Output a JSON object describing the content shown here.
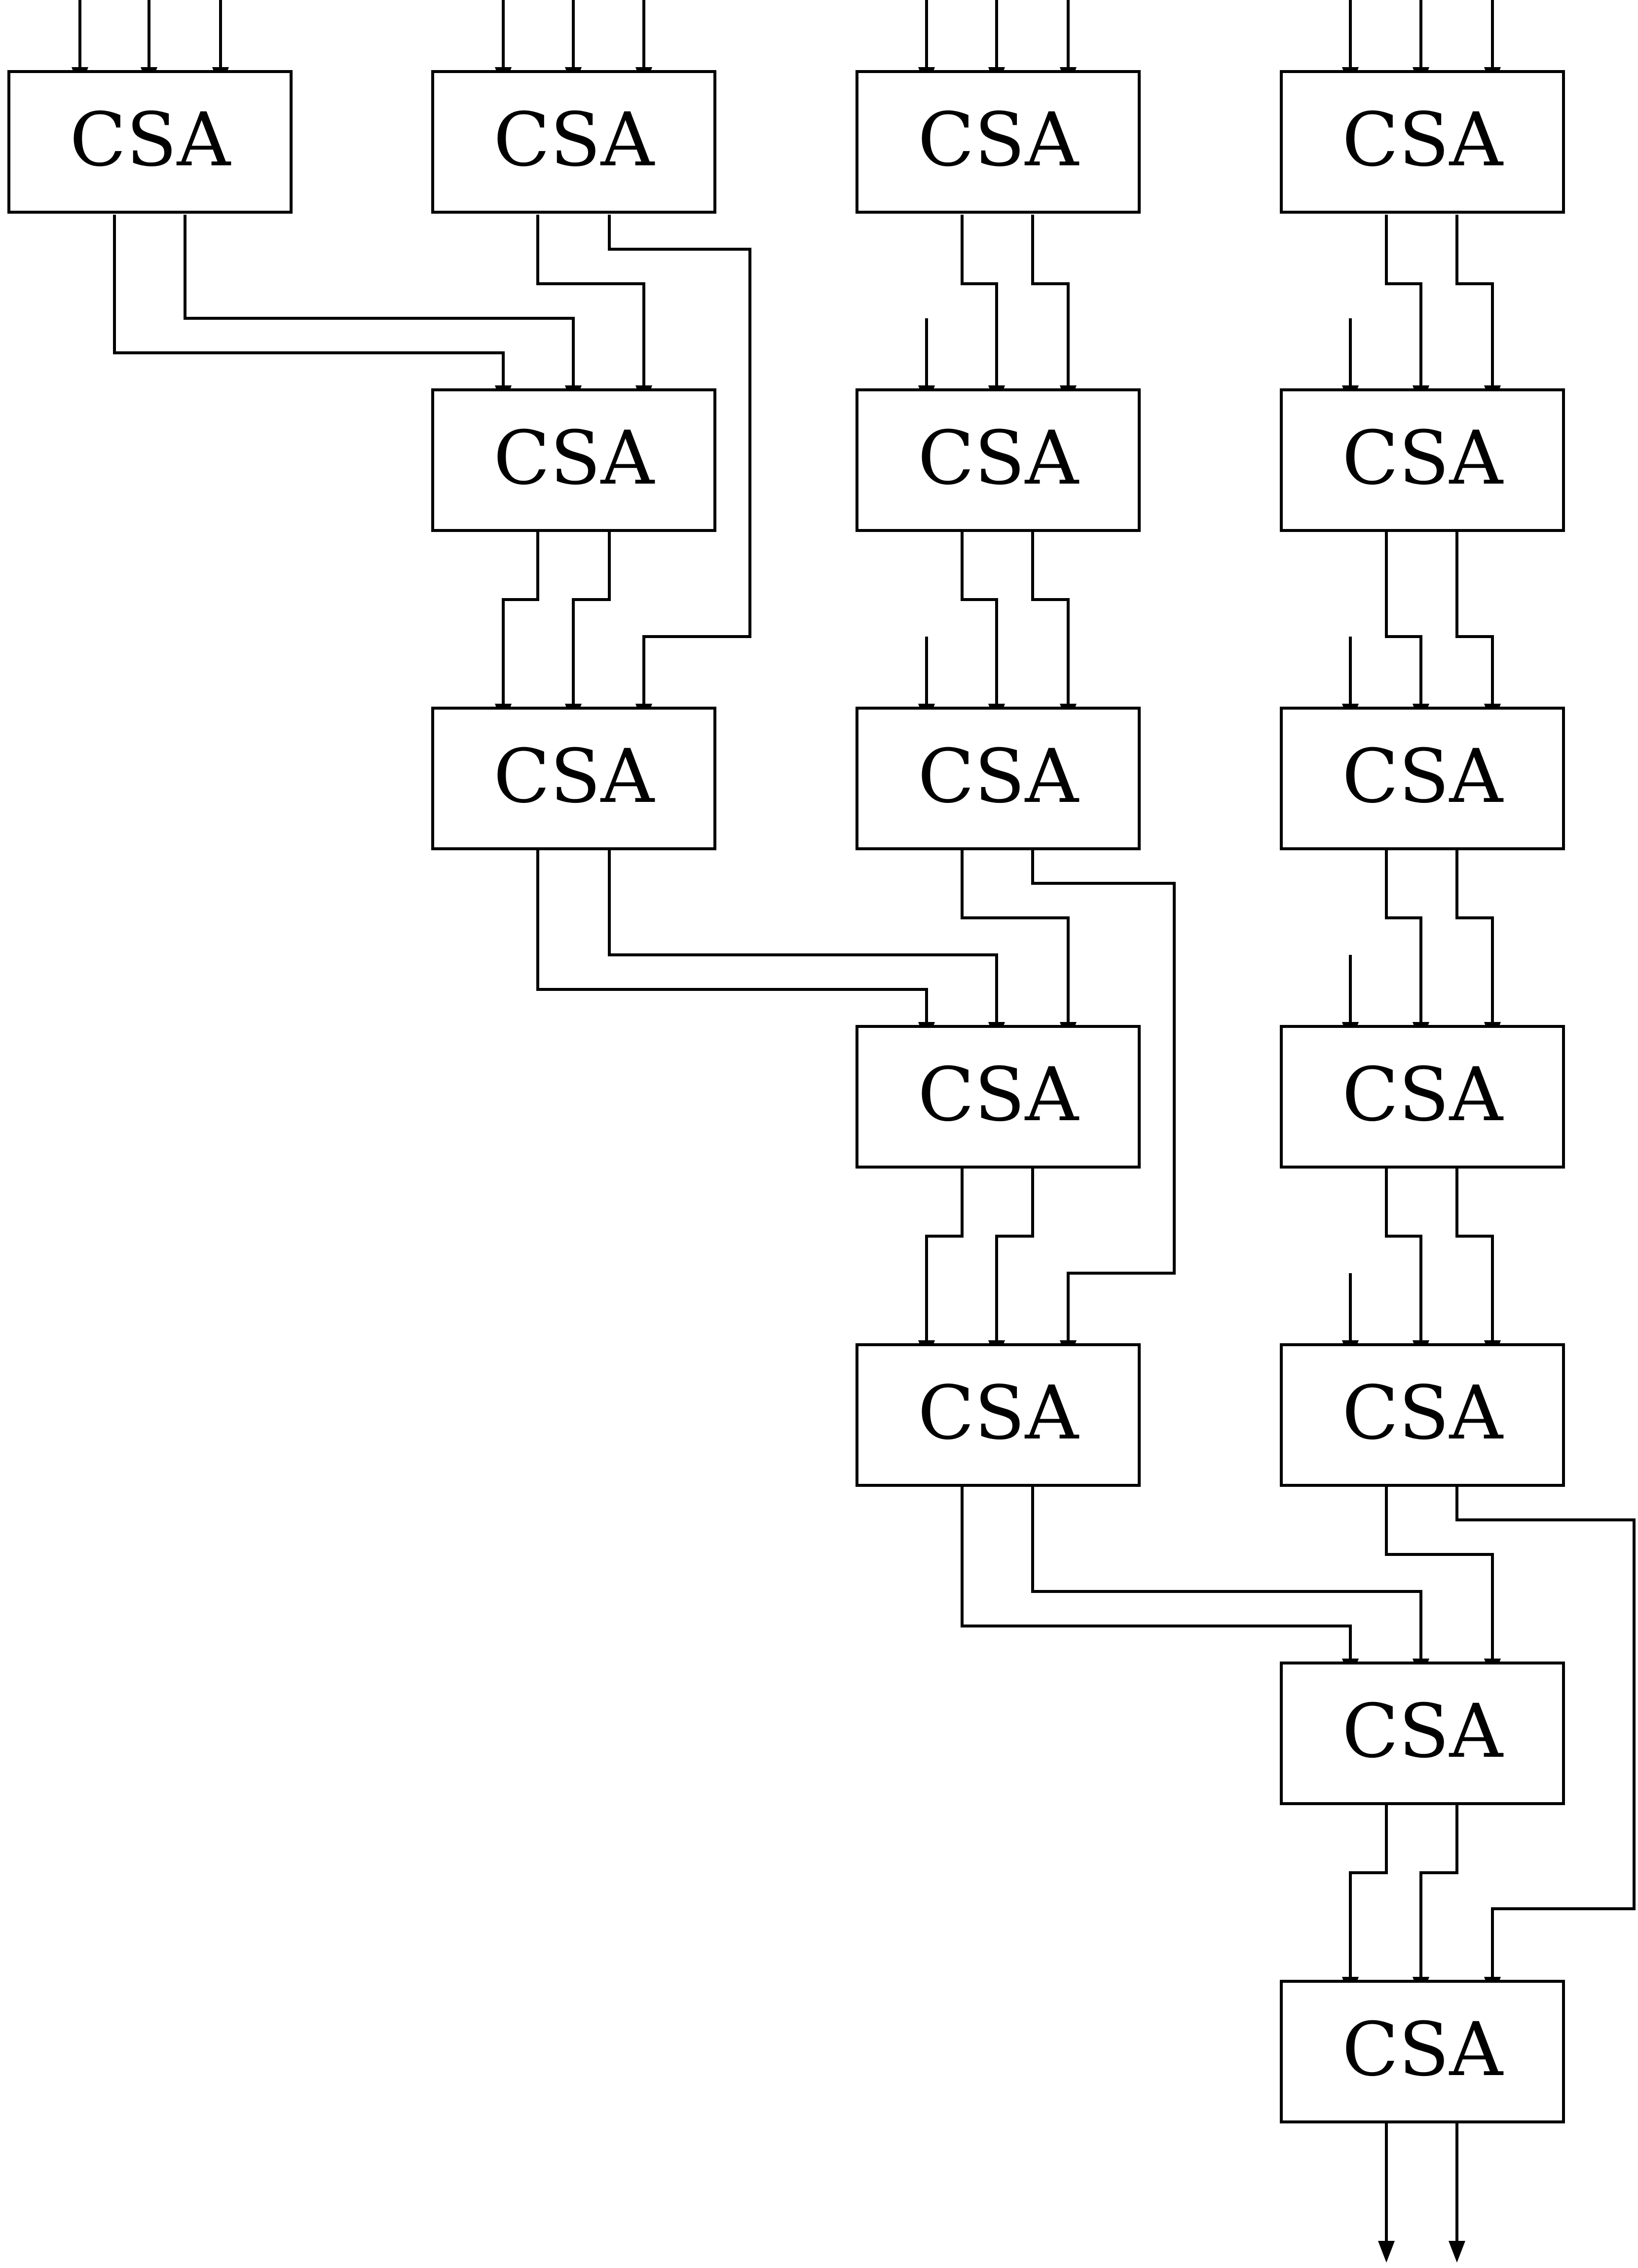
{
  "diagram": {
    "colors": {
      "stroke": "#000000",
      "background": "#ffffff"
    },
    "blocks": [
      {
        "id": "b1",
        "label": "CSA"
      },
      {
        "id": "b2",
        "label": "CSA"
      },
      {
        "id": "b3",
        "label": "CSA"
      },
      {
        "id": "b4",
        "label": "CSA"
      },
      {
        "id": "b5",
        "label": "CSA"
      },
      {
        "id": "b6",
        "label": "CSA"
      },
      {
        "id": "b7",
        "label": "CSA"
      },
      {
        "id": "b8",
        "label": "CSA"
      },
      {
        "id": "b9",
        "label": "CSA"
      },
      {
        "id": "b10",
        "label": "CSA"
      },
      {
        "id": "b11",
        "label": "CSA"
      },
      {
        "id": "b12",
        "label": "CSA"
      },
      {
        "id": "b13",
        "label": "CSA"
      },
      {
        "id": "b14",
        "label": "CSA"
      },
      {
        "id": "b15",
        "label": "CSA"
      },
      {
        "id": "b16",
        "label": "CSA"
      }
    ]
  }
}
